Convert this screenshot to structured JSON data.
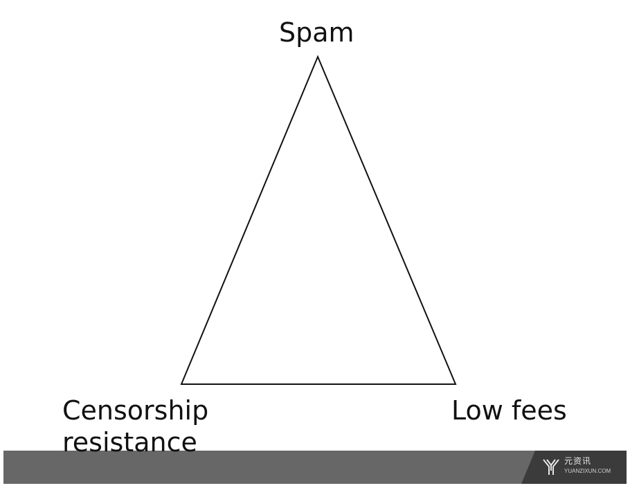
{
  "diagram": {
    "vertices": {
      "top": "Spam",
      "bottom_left": [
        "Censorship",
        "resistance"
      ],
      "bottom_right": "Low fees"
    },
    "line_color": "#111111"
  },
  "watermark": {
    "icon": "yuanzixun-logo-icon",
    "name": "元资讯",
    "domain": "YUANZIXUN.COM",
    "bar_color": "#676767",
    "badge_color": "#3b3b3b"
  }
}
